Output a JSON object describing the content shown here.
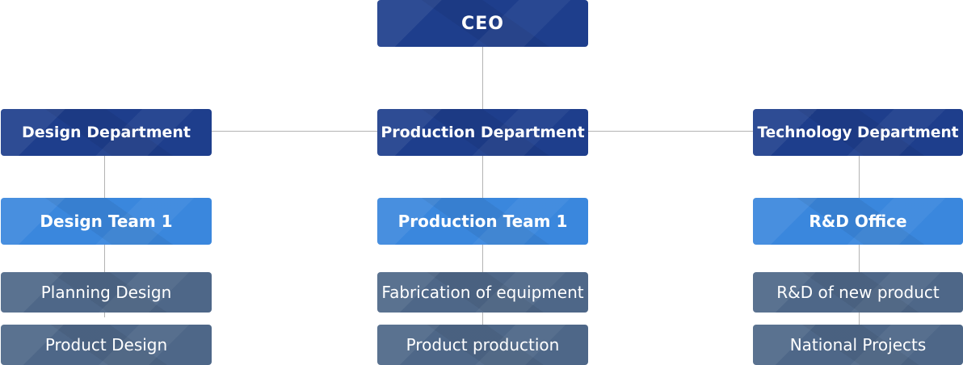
{
  "root": {
    "label": "CEO"
  },
  "colors": {
    "executive": "#1e3e8c",
    "team": "#3a87dd",
    "task": "#4e6788",
    "connector": "#b3b3b3"
  },
  "departments": [
    {
      "label": "Design Department",
      "team": "Design Team 1",
      "tasks": [
        "Planning Design",
        "Product Design"
      ]
    },
    {
      "label": "Production Department",
      "team": "Production Team 1",
      "tasks": [
        "Fabrication of equipment",
        "Product production"
      ]
    },
    {
      "label": "Technology Department",
      "team": "R&D Office",
      "tasks": [
        "R&D of new product",
        "National Projects"
      ]
    }
  ]
}
